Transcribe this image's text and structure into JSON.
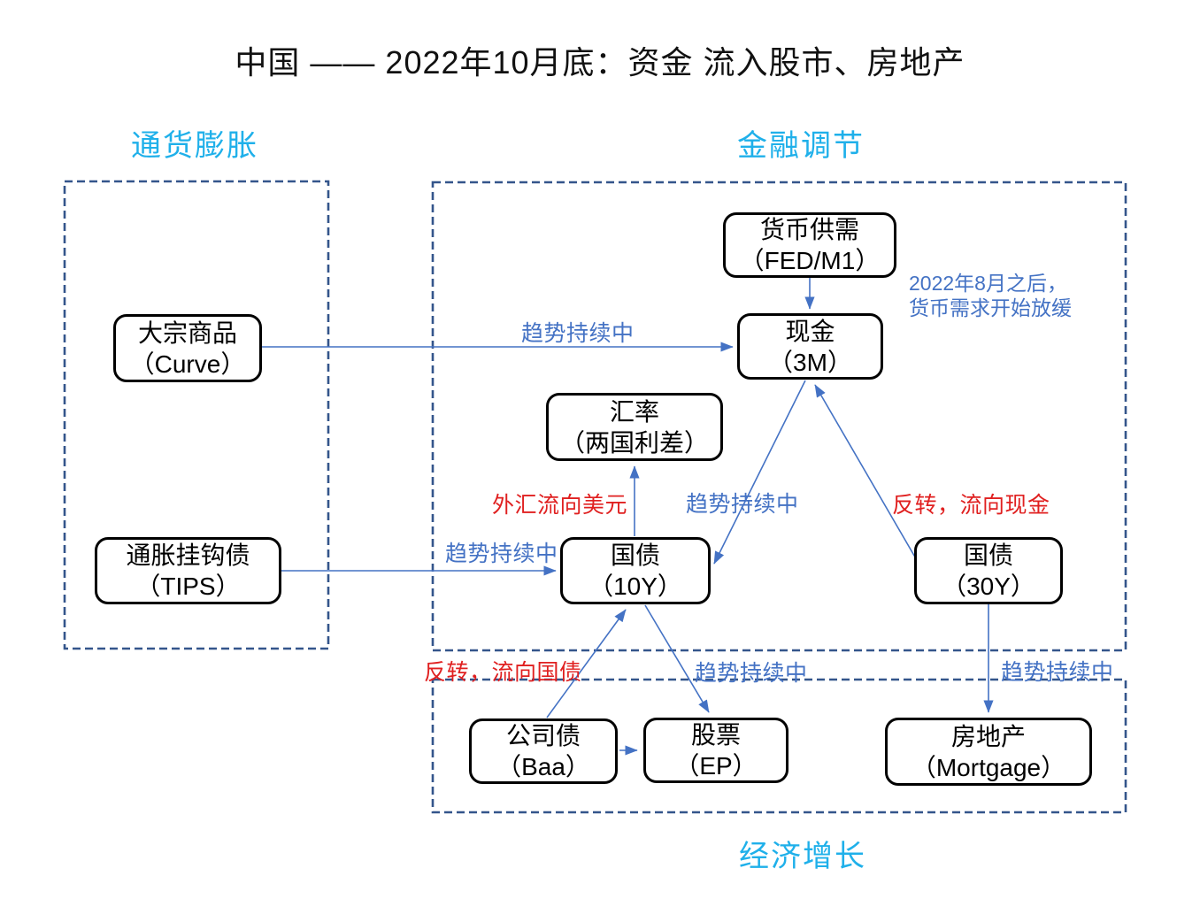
{
  "title": "中国 —— 2022年10月底：资金 流入股市、房地产",
  "section_labels": {
    "inflation": "通货膨胀",
    "finance": "金融调节",
    "growth": "经济增长"
  },
  "annotation": {
    "line1": "2022年8月之后，",
    "line2": "货币需求开始放缓"
  },
  "nodes": {
    "commodities": {
      "line1": "大宗商品",
      "line2": "（Curve）"
    },
    "tips": {
      "line1": "通胀挂钩债",
      "line2": "（TIPS）"
    },
    "money_supply": {
      "line1": "货币供需",
      "line2": "（FED/M1）"
    },
    "cash": {
      "line1": "现金",
      "line2": "（3M）"
    },
    "exchange_rate": {
      "line1": "汇率",
      "line2": "（两国利差）"
    },
    "treasury_10y": {
      "line1": "国债",
      "line2": "（10Y）"
    },
    "treasury_30y": {
      "line1": "国债",
      "line2": "（30Y）"
    },
    "corporate_bond": {
      "line1": "公司债",
      "line2": "（Baa）"
    },
    "stock": {
      "line1": "股票",
      "line2": "（EP）"
    },
    "real_estate": {
      "line1": "房地产",
      "line2": "（Mortgage）"
    }
  },
  "edge_labels": {
    "commodities_to_cash": "趋势持续中",
    "treasury10y_to_fx": "外汇流向美元",
    "cash_to_treasury10y": "趋势持续中",
    "treasury30y_to_cash": "反转，流向现金",
    "tips_to_treasury10y": "趋势持续中",
    "corpbond_to_treasury10y": "反转，流向国债",
    "treasury10y_to_stock": "趋势持续中",
    "treasury30y_to_realestate": "趋势持续中"
  },
  "colors": {
    "section_header_cyan": "#1FB0EA",
    "arrow_blue": "#4472C4",
    "note_blue": "#4472C4",
    "alert_red": "#E02020",
    "dashed_region_border": "#34558B",
    "node_border": "#000000"
  }
}
